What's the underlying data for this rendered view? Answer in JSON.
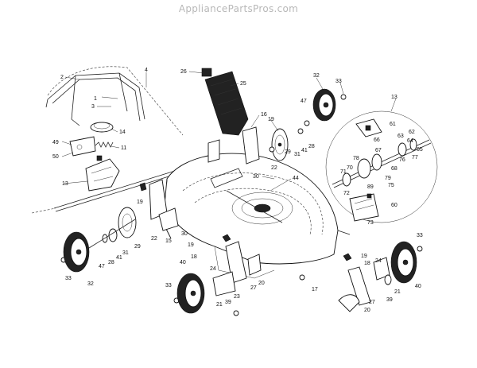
{
  "watermark": "AppliancePartsPros.com",
  "callouts": [
    "1",
    "2",
    "3",
    "4",
    "11",
    "13",
    "14",
    "15",
    "16",
    "17",
    "18",
    "19",
    "20",
    "21",
    "22",
    "23",
    "24",
    "25",
    "26",
    "27",
    "28",
    "29",
    "30",
    "31",
    "32",
    "33",
    "39",
    "40",
    "41",
    "44",
    "47",
    "49",
    "50",
    "60",
    "61",
    "62",
    "63",
    "64",
    "65",
    "66",
    "67",
    "68",
    "70",
    "71",
    "72",
    "73",
    "75",
    "76",
    "77",
    "78",
    "79",
    "89"
  ]
}
